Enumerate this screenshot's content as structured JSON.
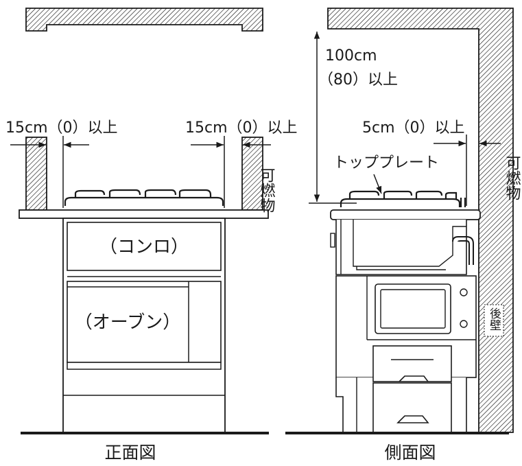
{
  "front": {
    "clearance_left": "15cm（0）以上",
    "clearance_right": "15cm（0）以上",
    "combustible_label": "可燃物",
    "stove_label": "（コンロ）",
    "oven_label": "（オーブン）",
    "caption": "正面図"
  },
  "side": {
    "top_clearance_line1": "100cm",
    "top_clearance_line2": "（80）以上",
    "rear_clearance": "5cm（0）以上",
    "top_plate_label": "トッププレート",
    "combustible_label": "可燃物",
    "rear_wall_label": "後壁",
    "caption": "側面図"
  }
}
